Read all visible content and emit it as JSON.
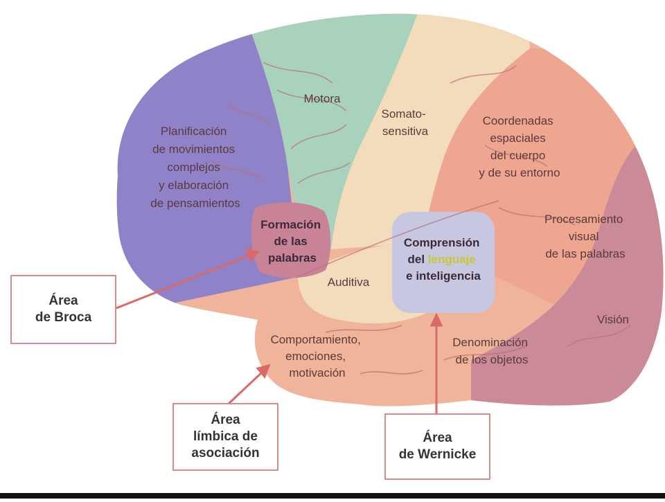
{
  "colors": {
    "planning": "#8f82c8",
    "motor": "#a9d2bc",
    "somatosensory": "#f3dcbc",
    "spatial": "#eea691",
    "visual": "#ca8a97",
    "lower": "#f0b49a",
    "broca_region": "#c98396",
    "wernicke_region": "#c7c7e2",
    "arrow": "#d86a6a",
    "box_border": "#d98a8a",
    "highlight": "#e6e64a"
  },
  "regions": {
    "motor": "Motora",
    "somato": [
      "Somato-",
      "sensitiva"
    ],
    "planning": [
      "Planificación",
      "de movimientos",
      "complejos",
      "y elaboración",
      "de pensamientos"
    ],
    "word_formation": [
      "Formación",
      "de las",
      "palabras"
    ],
    "spatial": [
      "Coordenadas",
      "espaciales",
      "del cuerpo",
      "y de su entorno"
    ],
    "visual_words": [
      "Procesamiento",
      "visual",
      "de las palabras"
    ],
    "auditory": "Auditiva",
    "comprehension": {
      "line1": "Comprensión",
      "line2_prefix": "del ",
      "line2_highlight": "lenguaje",
      "line3": "e inteligencia"
    },
    "vision": "Visión",
    "behavior": [
      "Comportamiento,",
      "emociones,",
      "motivación"
    ],
    "naming": [
      "Denominación",
      "de los objetos"
    ]
  },
  "callouts": {
    "broca": [
      "Área",
      "de Broca"
    ],
    "limbic": [
      "Área",
      "límbica de",
      "asociación"
    ],
    "wernicke": [
      "Área",
      "de Wernicke"
    ]
  }
}
